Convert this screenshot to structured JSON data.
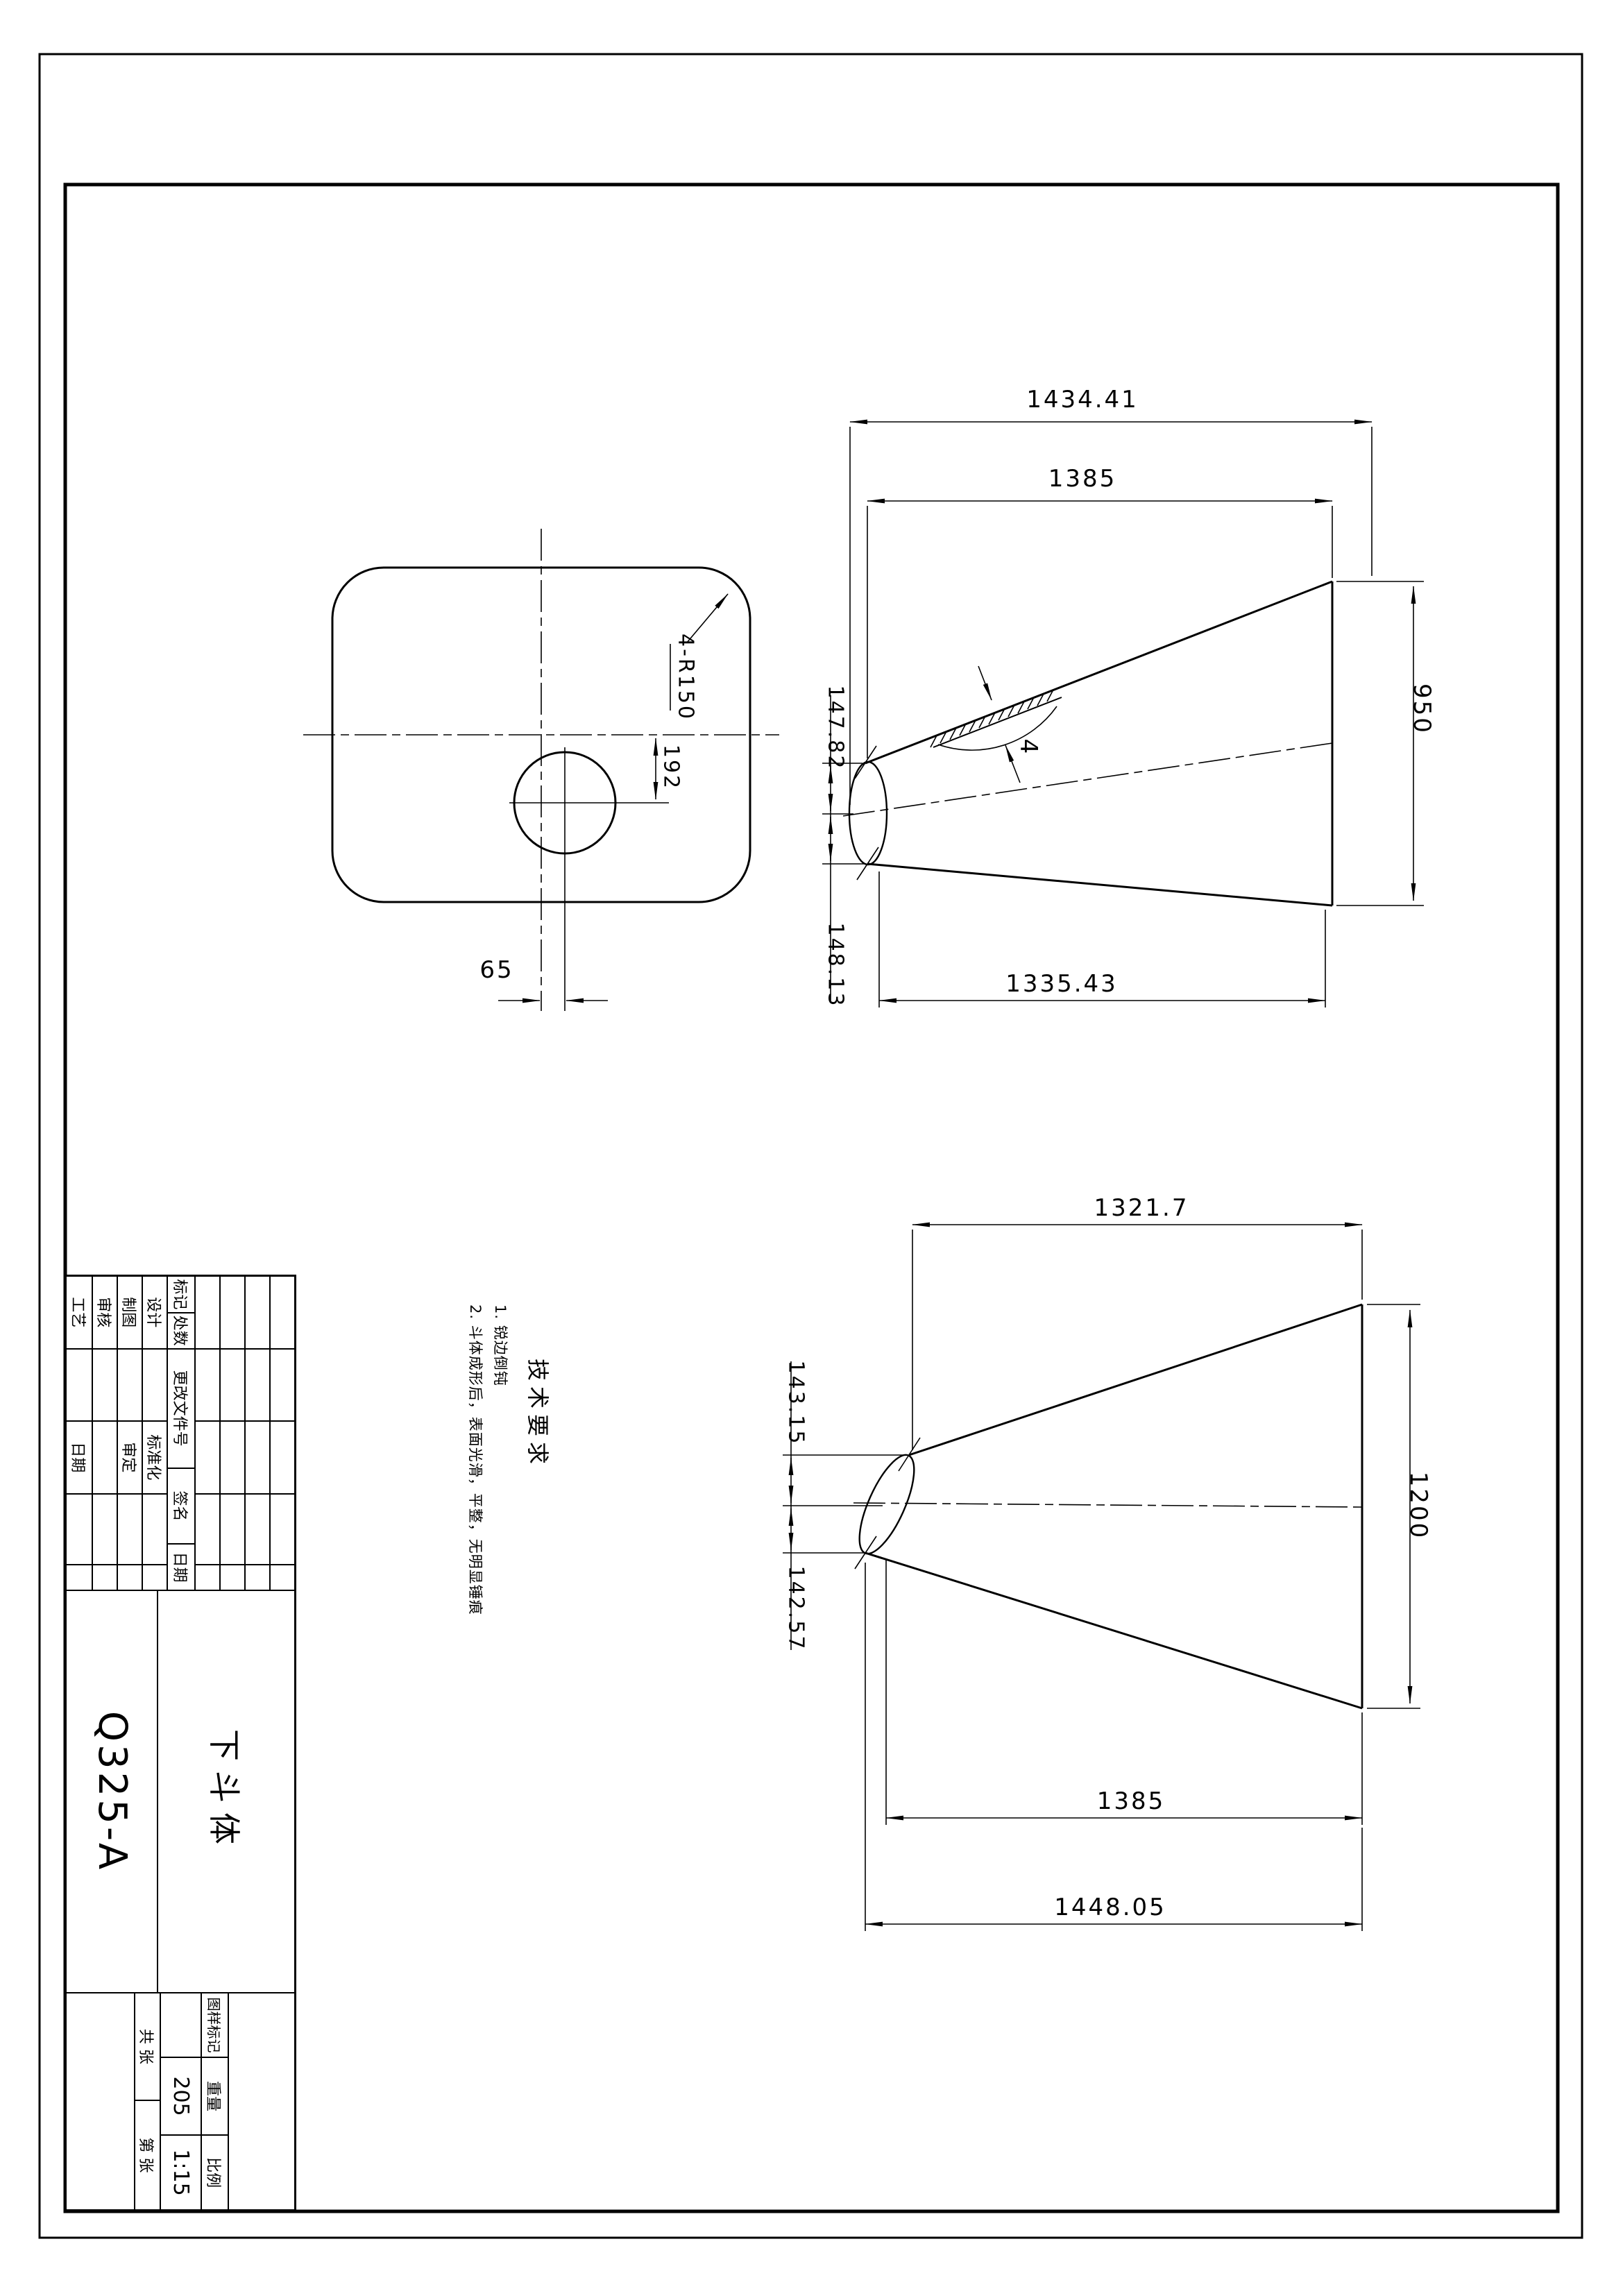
{
  "page": {
    "background": "#ffffff",
    "line_color": "#000000"
  },
  "drawing": {
    "number": "Q325-A",
    "name": "下斗体",
    "tech_requirements": {
      "title": "技术要求",
      "item1": "1. 锐边倒钝",
      "item2": "2. 斗体成形后，表面光滑，平整，无明显锤痕"
    },
    "dims": {
      "upper_total": "1434.41",
      "upper_body": "1385",
      "upper_large_end": "950",
      "upper_bottom": "1335.43",
      "upper_small_top": "147.82",
      "upper_small_bottom": "148.13",
      "wall_thickness": "4",
      "top_corner_radius": "4-R150",
      "top_offset": "192",
      "top_width": "65",
      "lower_top": "1321.7",
      "lower_large_end": "1200",
      "lower_small_top": "143.15",
      "lower_small_bottom": "142.57",
      "lower_body": "1385",
      "lower_total": "1448.05"
    },
    "titleblock": {
      "rev_header": [
        "标记",
        "处数",
        "更改文件号",
        "签名",
        "日期"
      ],
      "sig_rows": [
        {
          "label": "设计",
          "label2": "标准化"
        },
        {
          "label": "制图",
          "label2": "审定"
        },
        {
          "label": "审核",
          "label2": ""
        },
        {
          "label": "工艺",
          "label2": "日期"
        }
      ],
      "marks_header": [
        "图样标记",
        "重量",
        "比例"
      ],
      "weight": "205",
      "scale": "1:15",
      "sheet_total": "共  张",
      "sheet_page": "第  张"
    }
  }
}
